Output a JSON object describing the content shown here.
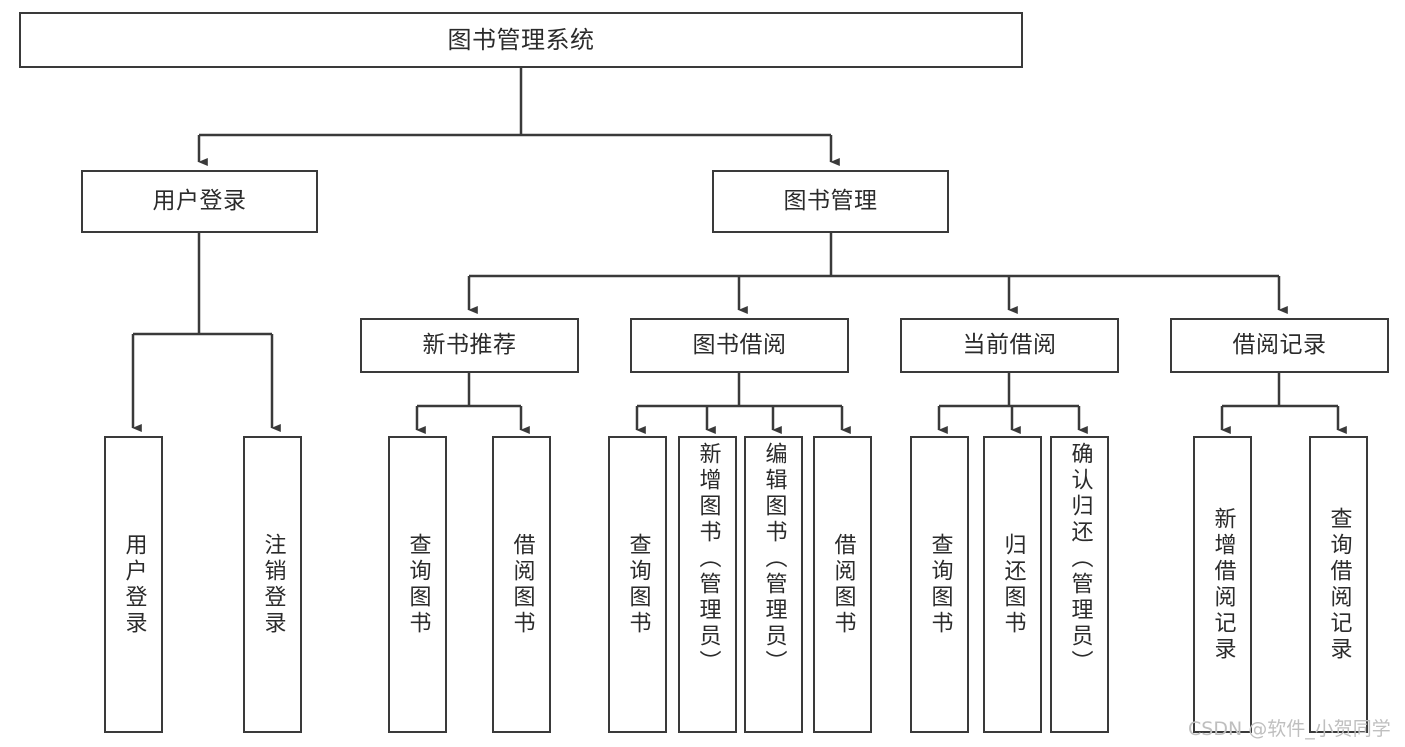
{
  "diagram": {
    "title": "图书管理系统",
    "type": "hierarchy-tree",
    "watermark": "CSDN @软件_小贺同学",
    "colors": {
      "stroke": "#3a3a3a",
      "fill": "#ffffff",
      "text": "#2b2b2b",
      "watermark": "#bfbfbf"
    },
    "levels": {
      "level1": "root system",
      "level2": "modules",
      "level3": "submodules",
      "level4": "functions"
    },
    "nodes": {
      "root": {
        "label": "图书管理系统"
      },
      "level2": [
        {
          "id": "user-login",
          "label": "用户登录"
        },
        {
          "id": "book-manage",
          "label": "图书管理"
        }
      ],
      "level3": [
        {
          "id": "new-book-recommend",
          "label": "新书推荐"
        },
        {
          "id": "book-borrow",
          "label": "图书借阅"
        },
        {
          "id": "current-borrow",
          "label": "当前借阅"
        },
        {
          "id": "borrow-record",
          "label": "借阅记录"
        }
      ],
      "leaves": {
        "user_login": [
          {
            "id": "leaf-user-login",
            "label": "用户登录"
          },
          {
            "id": "leaf-logout-login",
            "label": "注销登录"
          }
        ],
        "new_book_recommend": [
          {
            "id": "leaf-query-book-1",
            "label": "查询图书"
          },
          {
            "id": "leaf-borrow-book-1",
            "label": "借阅图书"
          }
        ],
        "book_borrow": [
          {
            "id": "leaf-query-book-2",
            "label": "查询图书"
          },
          {
            "id": "leaf-add-book",
            "label": "新增图书（管理员）"
          },
          {
            "id": "leaf-edit-book",
            "label": "编辑图书（管理员）"
          },
          {
            "id": "leaf-borrow-book-2",
            "label": "借阅图书"
          }
        ],
        "current_borrow": [
          {
            "id": "leaf-query-book-3",
            "label": "查询图书"
          },
          {
            "id": "leaf-return-book",
            "label": "归还图书"
          },
          {
            "id": "leaf-confirm-return",
            "label": "确认归还（管理员）"
          }
        ],
        "borrow_record": [
          {
            "id": "leaf-add-record",
            "label": "新增借阅记录"
          },
          {
            "id": "leaf-query-record",
            "label": "查询借阅记录"
          }
        ]
      }
    },
    "edges": [
      {
        "from": "图书管理系统",
        "to": "用户登录"
      },
      {
        "from": "图书管理系统",
        "to": "图书管理"
      },
      {
        "from": "用户登录",
        "to": "用户登录"
      },
      {
        "from": "用户登录",
        "to": "注销登录"
      },
      {
        "from": "图书管理",
        "to": "新书推荐"
      },
      {
        "from": "图书管理",
        "to": "图书借阅"
      },
      {
        "from": "图书管理",
        "to": "当前借阅"
      },
      {
        "from": "图书管理",
        "to": "借阅记录"
      },
      {
        "from": "新书推荐",
        "to": "查询图书"
      },
      {
        "from": "新书推荐",
        "to": "借阅图书"
      },
      {
        "from": "图书借阅",
        "to": "查询图书"
      },
      {
        "from": "图书借阅",
        "to": "新增图书（管理员）"
      },
      {
        "from": "图书借阅",
        "to": "编辑图书（管理员）"
      },
      {
        "from": "图书借阅",
        "to": "借阅图书"
      },
      {
        "from": "当前借阅",
        "to": "查询图书"
      },
      {
        "from": "当前借阅",
        "to": "归还图书"
      },
      {
        "from": "当前借阅",
        "to": "确认归还（管理员）"
      },
      {
        "from": "借阅记录",
        "to": "新增借阅记录"
      },
      {
        "from": "借阅记录",
        "to": "查询借阅记录"
      }
    ]
  }
}
